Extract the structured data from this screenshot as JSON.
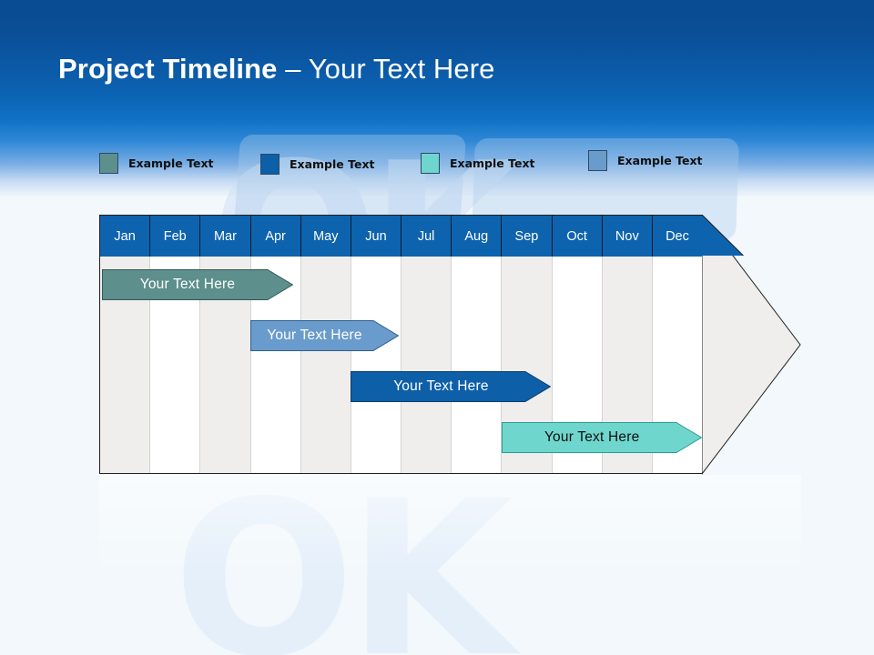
{
  "slide": {
    "title_strong": "Project Timeline",
    "title_light": " – Your Text Here",
    "watermark_text": "OK",
    "accent_blue": "#0e63ae",
    "header_gradient_top": "#0a4b92",
    "header_gradient_mid": "#0f72c6",
    "background_low": "#f2f8fc"
  },
  "legend": {
    "items": [
      {
        "label": "Example Text",
        "color": "#5d8f8c"
      },
      {
        "label": "Example Text",
        "color": "#0d5fa8"
      },
      {
        "label": "Example Text",
        "color": "#6fd6cd"
      },
      {
        "label": "Example Text",
        "color": "#6a9bcd"
      }
    ]
  },
  "chart_data": {
    "type": "bar",
    "title": "Project Timeline – Your Text Here",
    "xlabel": "",
    "ylabel": "",
    "categories": [
      "Jan",
      "Feb",
      "Mar",
      "Apr",
      "May",
      "Jun",
      "Jul",
      "Aug",
      "Sep",
      "Oct",
      "Nov",
      "Dec"
    ],
    "grid": true,
    "legend_position": "top",
    "series": [
      {
        "name": "Example Text",
        "label": "Your  Text Here",
        "color": "#5d8f8c",
        "border": "#33595a",
        "text_color": "#ffffff",
        "start_month": "Jan",
        "end_month": "Apr",
        "start_index": 0,
        "end_index": 3.8,
        "row": 0
      },
      {
        "name": "Example Text",
        "label": "Your  Text Here",
        "color": "#6a9bcd",
        "border": "#2f5d8c",
        "text_color": "#ffffff",
        "start_month": "Apr",
        "end_month": "Jul",
        "start_index": 2.95,
        "end_index": 5.9,
        "row": 1
      },
      {
        "name": "Example Text",
        "label": "Your  Text Here",
        "color": "#0d5fa8",
        "border": "#0a3f72",
        "text_color": "#ffffff",
        "start_month": "Jun",
        "end_month": "Sep",
        "start_index": 4.95,
        "end_index": 8.93,
        "row": 2
      },
      {
        "name": "Example Text",
        "label": "Your  Text Here",
        "color": "#6fd6cd",
        "border": "#2b9c97",
        "text_color": "#111111",
        "start_month": "Sep",
        "end_month": "Dec",
        "start_index": 7.95,
        "end_index": 11.93,
        "row": 3
      }
    ]
  }
}
